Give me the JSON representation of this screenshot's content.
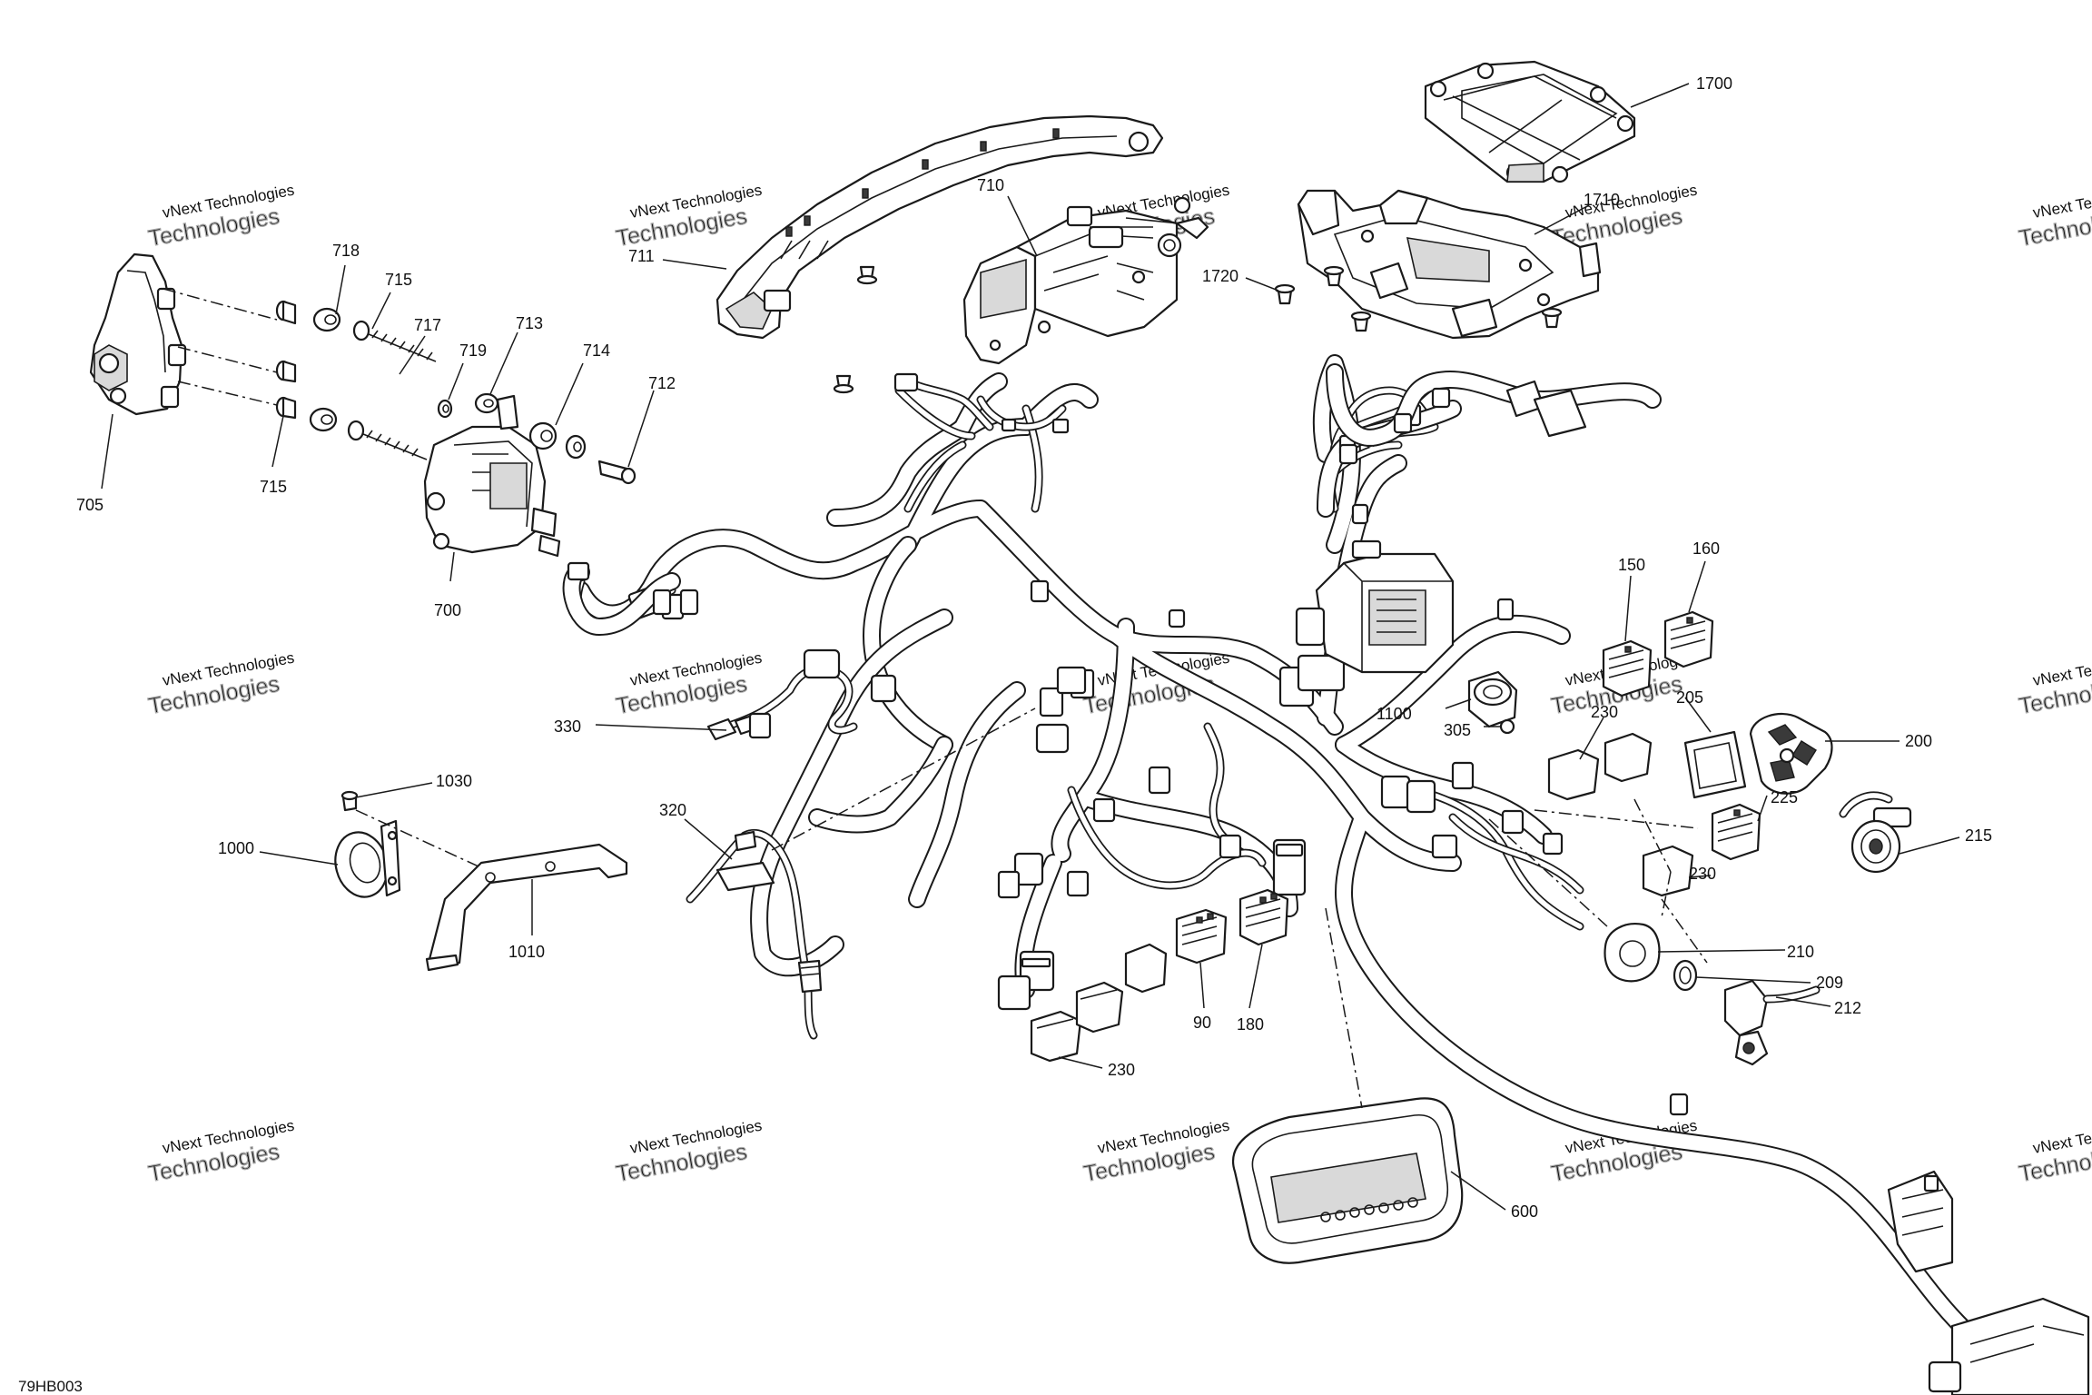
{
  "watermark": {
    "line1": "vNext Technologies",
    "line2": "Technologies"
  },
  "diagram_ref": "79HB003",
  "callouts": [
    {
      "id": "c705",
      "label": "705"
    },
    {
      "id": "c718",
      "label": "718"
    },
    {
      "id": "c715a",
      "label": "715"
    },
    {
      "id": "c717",
      "label": "717"
    },
    {
      "id": "c719",
      "label": "719"
    },
    {
      "id": "c713",
      "label": "713"
    },
    {
      "id": "c714",
      "label": "714"
    },
    {
      "id": "c712",
      "label": "712"
    },
    {
      "id": "c715b",
      "label": "715"
    },
    {
      "id": "c700",
      "label": "700"
    },
    {
      "id": "c711",
      "label": "711"
    },
    {
      "id": "c710",
      "label": "710"
    },
    {
      "id": "c1700",
      "label": "1700"
    },
    {
      "id": "c1710",
      "label": "1710"
    },
    {
      "id": "c1720",
      "label": "1720"
    },
    {
      "id": "c150",
      "label": "150"
    },
    {
      "id": "c160",
      "label": "160"
    },
    {
      "id": "c205",
      "label": "205"
    },
    {
      "id": "c200",
      "label": "200"
    },
    {
      "id": "c1100",
      "label": "1100"
    },
    {
      "id": "c305",
      "label": "305"
    },
    {
      "id": "c230a",
      "label": "230"
    },
    {
      "id": "c225",
      "label": "225"
    },
    {
      "id": "c215",
      "label": "215"
    },
    {
      "id": "c230b",
      "label": "230"
    },
    {
      "id": "c210",
      "label": "210"
    },
    {
      "id": "c209",
      "label": "209"
    },
    {
      "id": "c212",
      "label": "212"
    },
    {
      "id": "c330",
      "label": "330"
    },
    {
      "id": "c1030",
      "label": "1030"
    },
    {
      "id": "c1000",
      "label": "1000"
    },
    {
      "id": "c1010",
      "label": "1010"
    },
    {
      "id": "c320",
      "label": "320"
    },
    {
      "id": "c90",
      "label": "90"
    },
    {
      "id": "c180",
      "label": "180"
    },
    {
      "id": "c230c",
      "label": "230"
    },
    {
      "id": "c600",
      "label": "600"
    }
  ]
}
